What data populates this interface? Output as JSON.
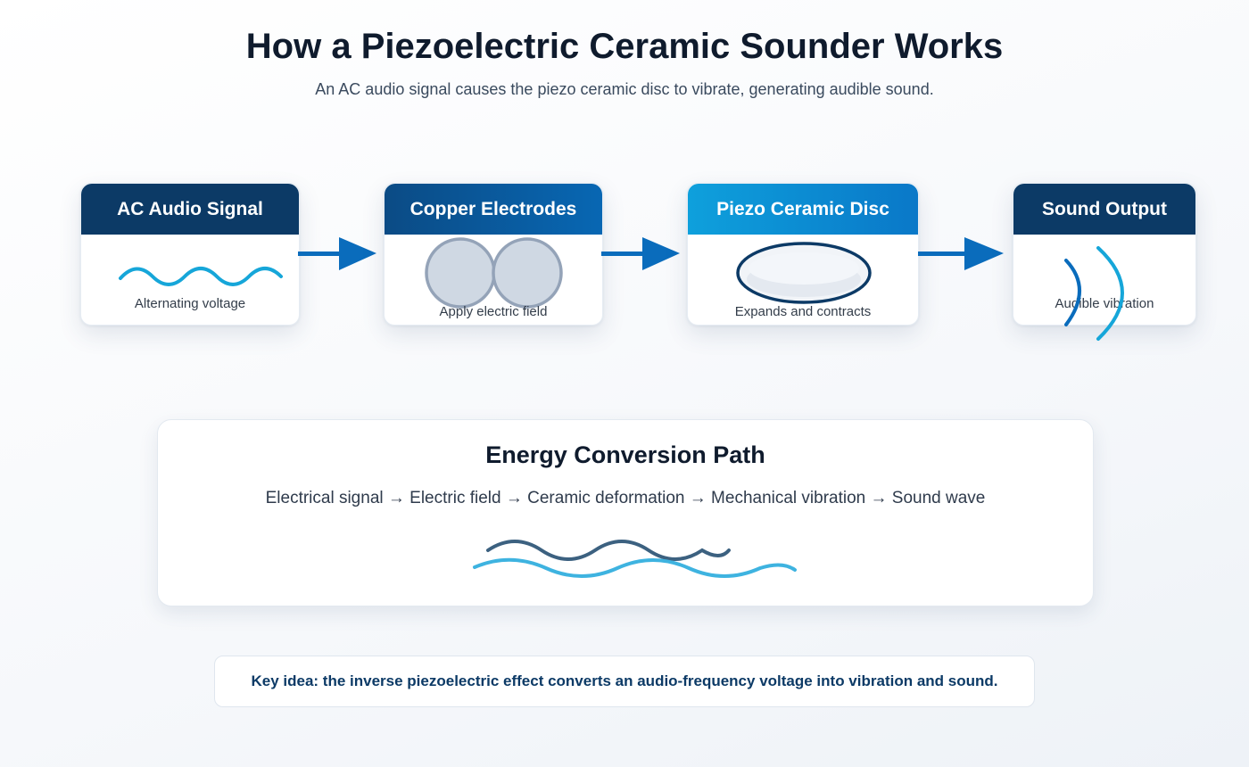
{
  "header": {
    "title": "How a Piezoelectric Ceramic Sounder Works",
    "subtitle": "An AC audio signal causes the piezo ceramic disc to vibrate, generating audible sound."
  },
  "stages": [
    {
      "title": "AC Audio Signal",
      "caption": "Alternating voltage",
      "icon": "sine-wave-icon"
    },
    {
      "title": "Copper Electrodes",
      "caption": "Apply electric field",
      "icon": "electrode-discs-icon"
    },
    {
      "title": "Piezo Ceramic Disc",
      "caption": "Expands and contracts",
      "icon": "ceramic-disc-icon"
    },
    {
      "title": "Sound Output",
      "caption": "Audible vibration",
      "icon": "sound-wave-arcs-icon"
    }
  ],
  "conversion_path": {
    "title": "Energy Conversion Path",
    "text": "Electrical signal → Electric field → Ceramic deformation → Mechanical vibration → Sound wave"
  },
  "key_idea": "Key idea: the inverse piezoelectric effect converts an audio-frequency voltage into vibration and sound.",
  "colors": {
    "navy": "#0c3a66",
    "blue": "#0a6cbc",
    "bright_blue": "#0ea0dc",
    "wave_cyan": "#16a6d9",
    "wave_slate": "#3c6180",
    "electrode_fill": "#cfd8e3",
    "electrode_stroke": "#94a3b8"
  }
}
